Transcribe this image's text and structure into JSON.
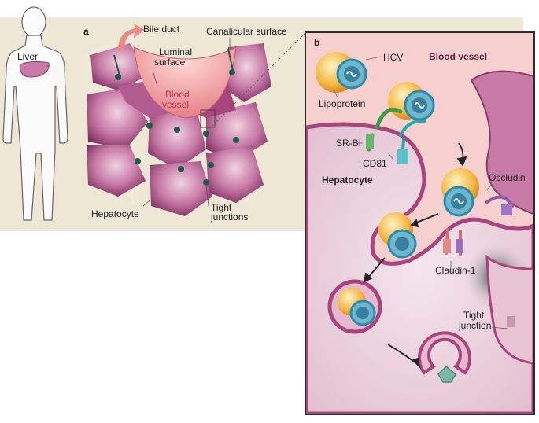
{
  "panel_a": {
    "letter": "a",
    "labels": {
      "liver": "Liver",
      "bile_duct": "Bile duct",
      "canalicular_surface": "Canalicular surface",
      "luminal_surface_line1": "Luminal",
      "luminal_surface_line2": "surface",
      "blood_vessel_line1": "Blood",
      "blood_vessel_line2": "vessel",
      "hepatocyte": "Hepatocyte",
      "tight_junctions_line1": "Tight",
      "tight_junctions_line2": "junctions"
    }
  },
  "panel_b": {
    "letter": "b",
    "labels": {
      "hcv": "HCV",
      "blood_vessel": "Blood vessel",
      "lipoprotein": "Lipoprotein",
      "sr_bi": "SR-BI",
      "cd81": "CD81",
      "hepatocyte": "Hepatocyte",
      "occludin": "Occludin",
      "claudin_1": "Claudin-1",
      "tight_junction_line1": "Tight",
      "tight_junction_line2": "junction"
    }
  },
  "colors": {
    "panel_a_background": "#efe7d6",
    "panel_b_background": "#f2dfe6",
    "hepatocyte": "#a8457d",
    "lipoprotein": "#f4b640",
    "virus_shell": "#2e8bb0",
    "arrow_pink": "#e98b8b"
  }
}
